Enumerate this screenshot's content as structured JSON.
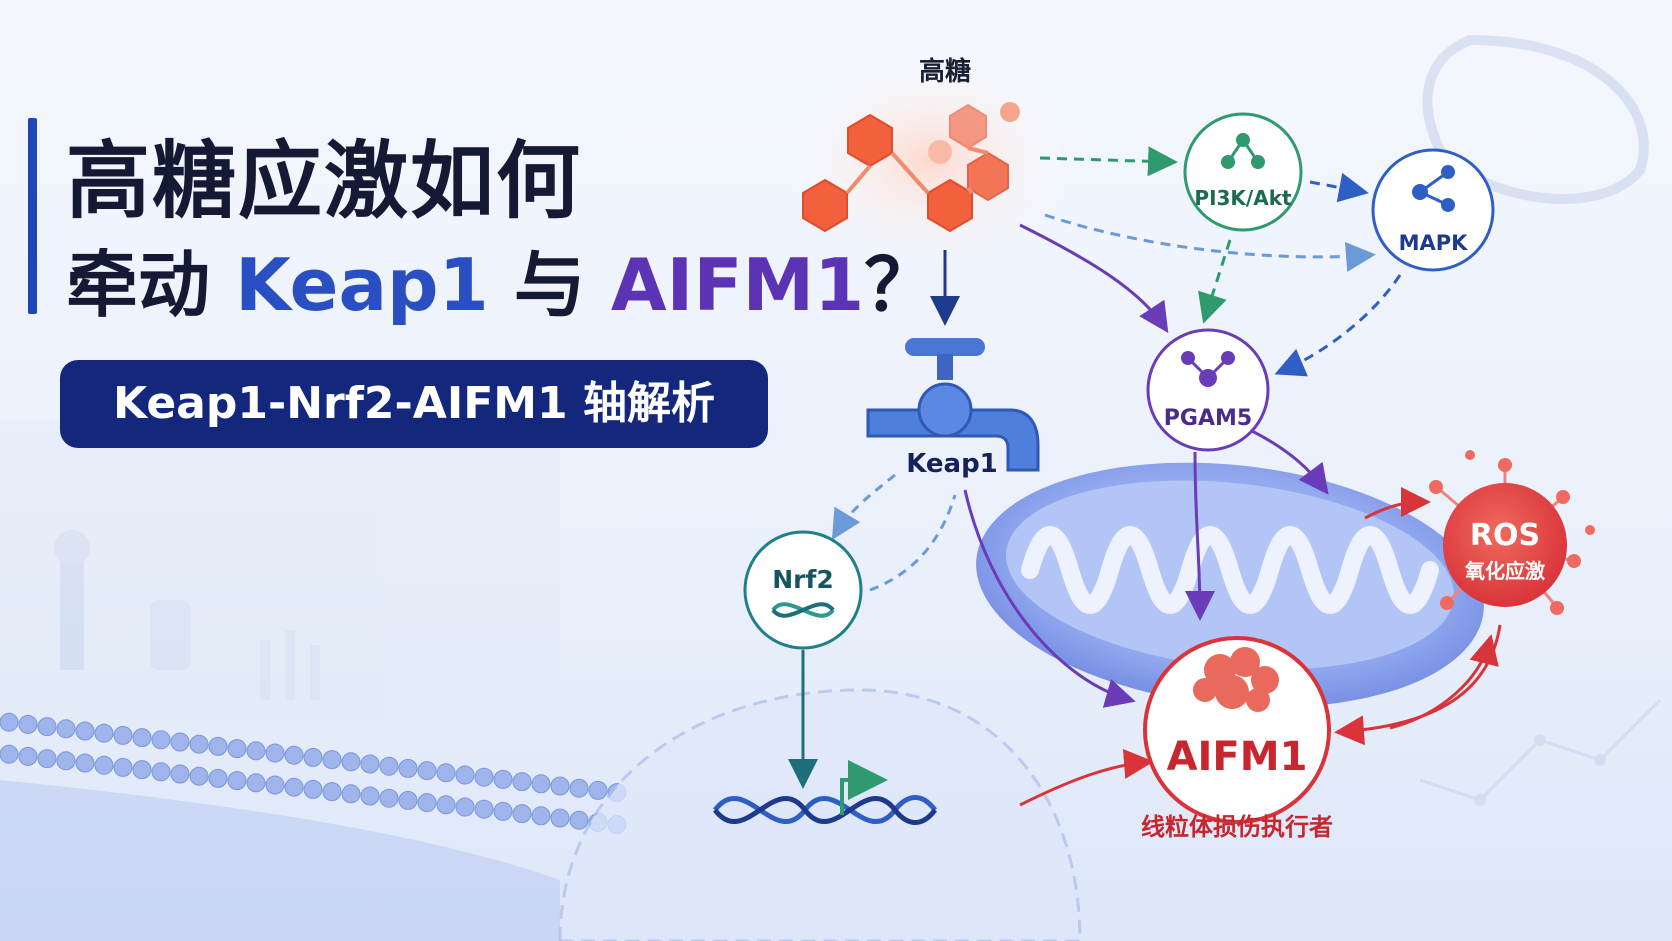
{
  "title": {
    "line1": "高糖应激如何",
    "line2_prefix": "牵动 ",
    "line2_keap1": "Keap1",
    "line2_mid": " 与 ",
    "line2_aifm1": "AIFM1",
    "line2_suffix": "？"
  },
  "subtitle": "Keap1-Nrf2-AIFM1 轴解析",
  "nodes": {
    "glucose": "高糖",
    "pi3k": "PI3K/Akt",
    "mapk": "MAPK",
    "pgam5": "PGAM5",
    "keap1": "Keap1",
    "nrf2": "Nrf2",
    "ros": "ROS",
    "ros_sub": "氧化应激",
    "aifm1": "AIFM1",
    "aifm1_sub": "线粒体损伤执行者"
  },
  "colors": {
    "title_dark": "#141a33",
    "keap1_blue": "#2a4fc2",
    "aifm1_purple": "#5b33b4",
    "subtitle_bg": "#13287c",
    "pi3k_green": "#2e9a6e",
    "mapk_blue": "#2f5fc4",
    "pgam5_purple": "#6a3cb8",
    "nrf2_teal": "#1f7f8a",
    "red": "#d9343a",
    "glucose_orange": "#f2603e"
  }
}
